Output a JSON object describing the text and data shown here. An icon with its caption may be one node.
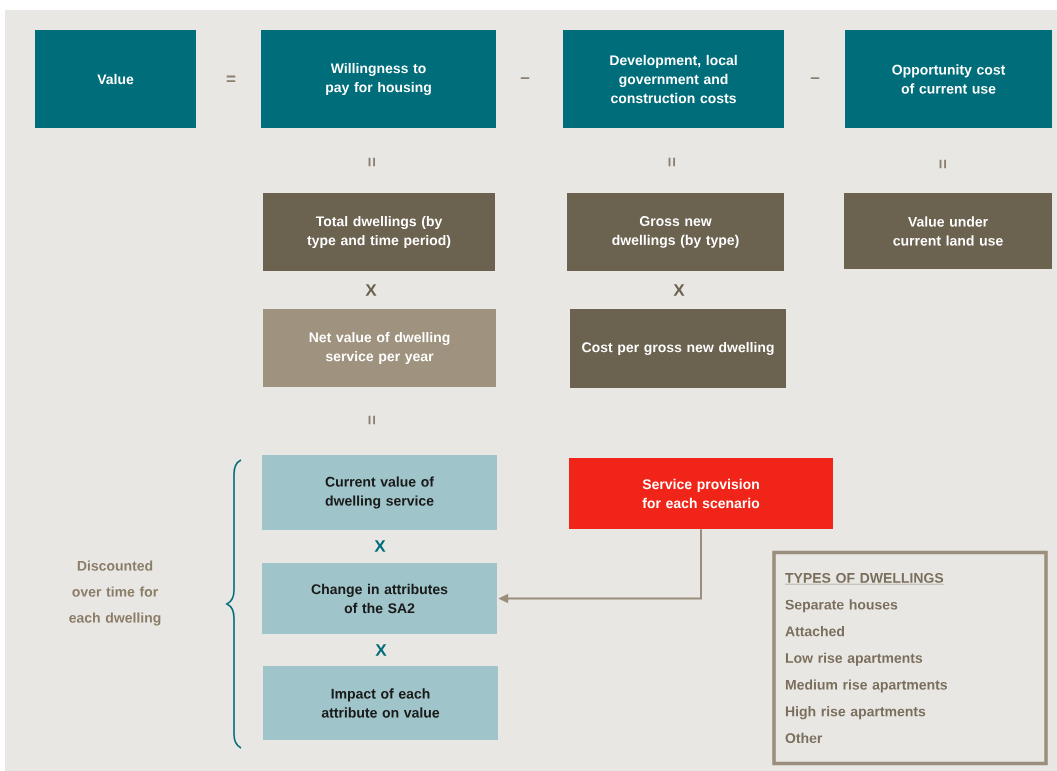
{
  "diagram": {
    "nodes": [
      {
        "text": [
          "Value"
        ]
      },
      {
        "text": [
          "Willingness to pay for housing"
        ]
      },
      {
        "text": [
          "Development, local government and construction costs"
        ]
      },
      {
        "text": [
          "Opportunity cost of current use"
        ]
      },
      {
        "text": [
          "Total dwellings (by type and time period)"
        ]
      },
      {
        "text": [
          "Gross new dwellings (by type)"
        ]
      },
      {
        "text": [
          "Value under current land use"
        ]
      },
      {
        "text": [
          "Net value of dwelling service per year"
        ]
      },
      {
        "text": [
          "Cost per gross new dwelling"
        ]
      },
      {
        "text": [
          "Current value of dwelling service"
        ]
      },
      {
        "text": [
          "Service provision for each scenario"
        ]
      },
      {
        "text": [
          "Change in attributes of the SA2"
        ]
      },
      {
        "text": [
          "Impact of each attribute on value"
        ]
      },
      {
        "text": [
          "TYPES OF DWELLINGS",
          "Separate houses",
          "Attached",
          "Low rise apartments",
          "Medium rise apartments",
          "High rise apartments",
          "Other"
        ]
      }
    ],
    "edges": [
      {
        "from": 10,
        "to": 11,
        "arrow": "to"
      }
    ],
    "labels": [
      "=",
      "–",
      "–",
      "=",
      "=",
      "=",
      "X",
      "X",
      "=",
      "X",
      "X",
      "Discounted over time for each dwelling"
    ]
  }
}
